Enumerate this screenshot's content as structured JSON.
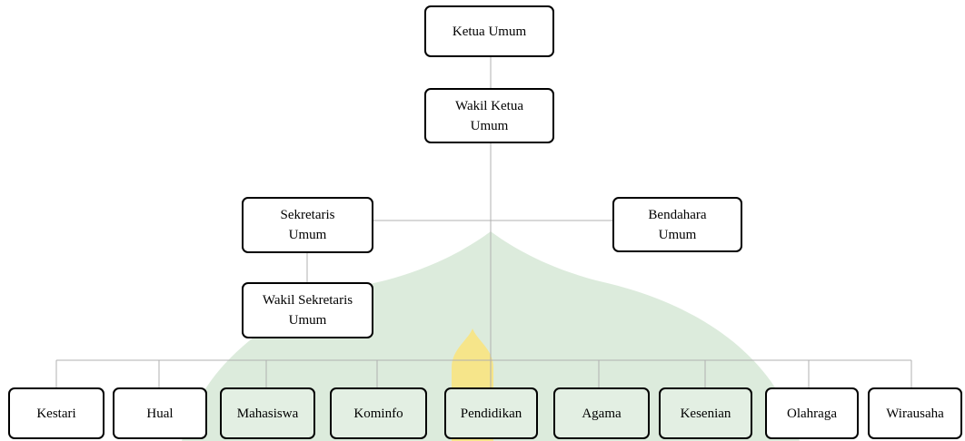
{
  "org": {
    "ketua_umum": "Ketua Umum",
    "wakil_ketua_umum": "Wakil Ketua\nUmum",
    "sekretaris_umum": "Sekretaris\nUmum",
    "bendahara_umum": "Bendahara\nUmum",
    "wakil_sekretaris_umum": "Wakil Sekretaris\nUmum",
    "divisions": [
      "Kestari",
      "Hual",
      "Mahasiswa",
      "Kominfo",
      "Pendidikan",
      "Agama",
      "Kesenian",
      "Olahraga",
      "Wirausaha"
    ]
  },
  "colors": {
    "line": "#b0b0b0",
    "border": "#000000",
    "watermark_green": "#dcebdc",
    "watermark_yellow": "#f6e58a"
  }
}
